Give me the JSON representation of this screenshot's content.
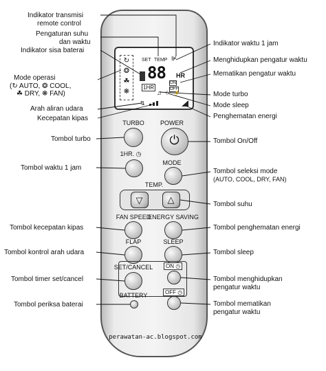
{
  "left_labels": {
    "indikator_transmisi": "Indikator transmisi",
    "remote_control": "remote control",
    "pengaturan_suhu": "Pengaturan suhu",
    "dan_waktu": "dan waktu",
    "indikator_sisa_baterai": "Indikator sisa baterai",
    "mode_operasi": "Mode operasi",
    "mode_line2": "(↻ AUTO, ❂ COOL,",
    "mode_line3": "☘ DRY, ❋ FAN)",
    "arah_aliran_udara": "Arah aliran udara",
    "kecepatan_kipas": "Kecepatan kipas",
    "tombol_turbo": "Tombol turbo",
    "tombol_waktu_1_jam": "Tombol waktu 1 jam",
    "tombol_kecepatan_kipas": "Tombol kecepatan kipas",
    "tombol_kontrol_arah_udara": "Tombol kontrol arah udara",
    "tombol_timer": "Tombol timer set/cancel",
    "tombol_periksa_baterai": "Tombol periksa baterai"
  },
  "right_labels": {
    "indikator_waktu_1_jam": "Indikator waktu 1 jam",
    "menghidupkan_pengatur_waktu": "Menghidupkan pengatur waktu",
    "mematikan_pengatur_waktu": "Mematikan pengatur waktu",
    "mode_turbo": "Mode turbo",
    "mode_sleep": "Mode sleep",
    "penghematan_energi": "Penghematan energi",
    "tombol_on_off": "Tombol On/Off",
    "tombol_seleksi_mode": "Tombol seleksi mode",
    "seleksi_mode_sub": "(AUTO, COOL, DRY, FAN)",
    "tombol_suhu": "Tombol suhu",
    "tombol_penghematan_energi": "Tombol penghematan energi",
    "tombol_sleep": "Tombol sleep",
    "menghidupkan_line1": "Tombol menghidupkan",
    "menghidupkan_line2": "pengatur waktu",
    "mematikan_line1": "Tombol mematikan",
    "mematikan_line2": "pengatur waktu"
  },
  "remote": {
    "lcd_set": "SET",
    "lcd_temp": "TEMP",
    "lcd_digits": "88",
    "lcd_hr": "HR",
    "lcd_1hr": "1HR",
    "lcd_on": "ON",
    "lcd_off": "OFF",
    "turbo": "TURBO",
    "power": "POWER",
    "one_hr": "1HR.",
    "mode": "MODE",
    "temp": "TEMP.",
    "fan_speed": "FAN SPEED",
    "energy_saving": "ENERGY SAVING",
    "flap": "FLAP",
    "sleep": "SLEEP",
    "set_cancel": "SET/CANCEL",
    "on": "ON",
    "off": "OFF",
    "battery": "BATTERY"
  },
  "footer": {
    "website": "perawatan-ac.blogspot.com"
  }
}
